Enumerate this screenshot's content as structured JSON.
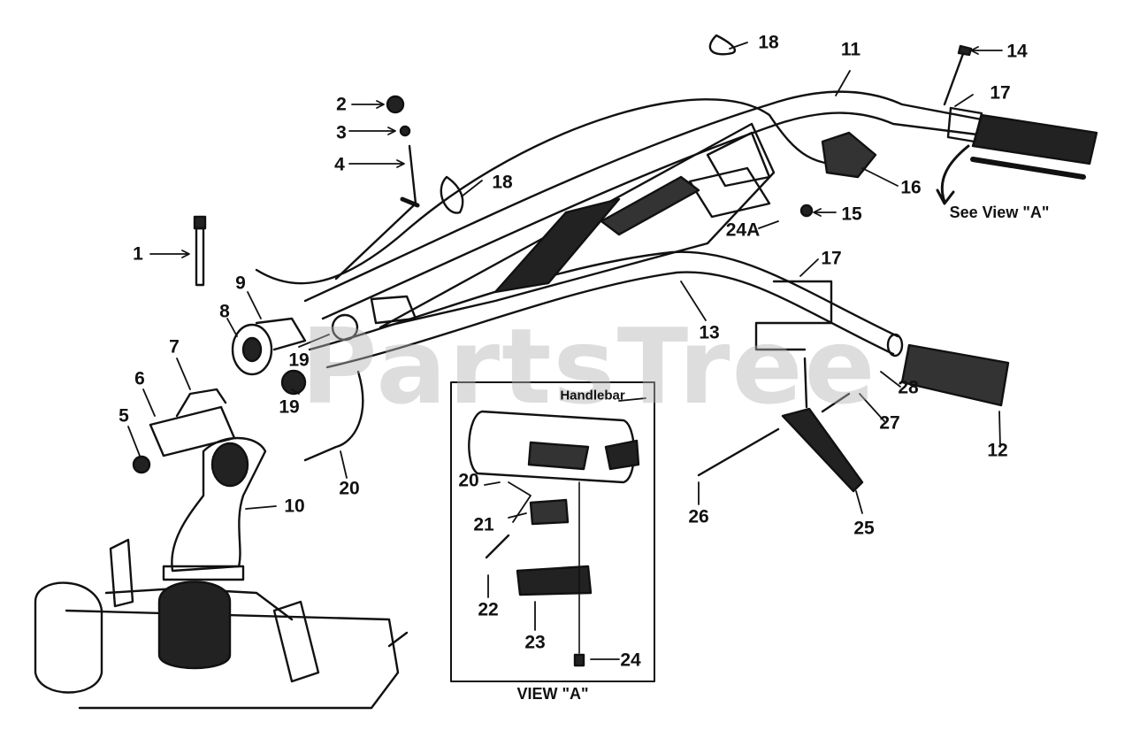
{
  "diagram": {
    "watermark": "PartsTree",
    "labels": {
      "n1": "1",
      "n2": "2",
      "n3": "3",
      "n4": "4",
      "n5": "5",
      "n6": "6",
      "n7": "7",
      "n8": "8",
      "n9": "9",
      "n10": "10",
      "n11": "11",
      "n12": "12",
      "n13": "13",
      "n14": "14",
      "n15": "15",
      "n16": "16",
      "n17a": "17",
      "n17b": "17",
      "n18a": "18",
      "n18b": "18",
      "n19a": "19",
      "n19b": "19",
      "n20a": "20",
      "n20b": "20",
      "n21": "21",
      "n22": "22",
      "n23": "23",
      "n24": "24",
      "n24a": "24A",
      "n25": "25",
      "n26": "26",
      "n27": "27",
      "n28": "28"
    },
    "see_view": "See View \"A\"",
    "inset": {
      "title": "VIEW \"A\"",
      "handlebar_label": "Handlebar"
    },
    "colors": {
      "ink": "#111111",
      "paper": "#ffffff",
      "watermark": "#b4b4b4"
    }
  }
}
